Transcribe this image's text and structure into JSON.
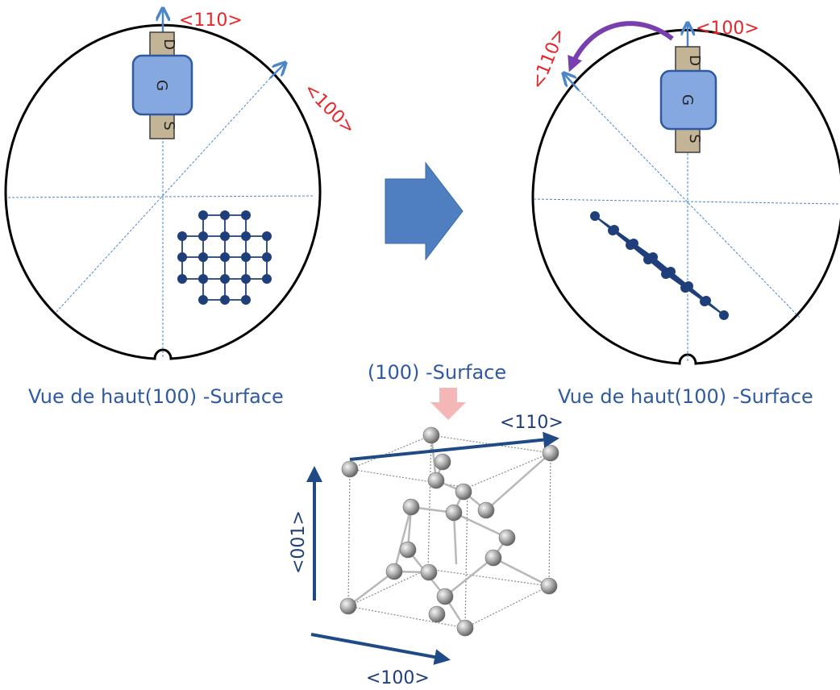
{
  "left_wafer": {
    "arrow_110": "<110>",
    "arrow_100": "<100>",
    "transistor": {
      "gate": "G",
      "drain": "D",
      "source": "S"
    },
    "caption": "Vue de haut(100) -Surface"
  },
  "right_wafer": {
    "arrow_100": "<100>",
    "arrow_110": "<110>",
    "transistor": {
      "gate": "G",
      "drain": "D",
      "source": "S"
    },
    "caption": "Vue de haut(100) -Surface"
  },
  "crystal": {
    "surface_label": "(100) -Surface",
    "axis_110": "<110>",
    "axis_001": "<001>",
    "axis_100": "<100>"
  },
  "colors": {
    "outline": "#000000",
    "arrow_blue": "#4a86c8",
    "label_red": "#e8262a",
    "caption_blue": "#2f5aa0",
    "gate_fill": "#86a8e0",
    "contact_fill": "#c4b496",
    "lattice": "#1f3f7a",
    "big_arrow": "#4f7fc0",
    "rotation_arrow": "#7a3fae",
    "axis_navy": "#1f4a86",
    "pink_arrow": "#f4b6b6",
    "atom_gray": "#9a9a9a"
  }
}
